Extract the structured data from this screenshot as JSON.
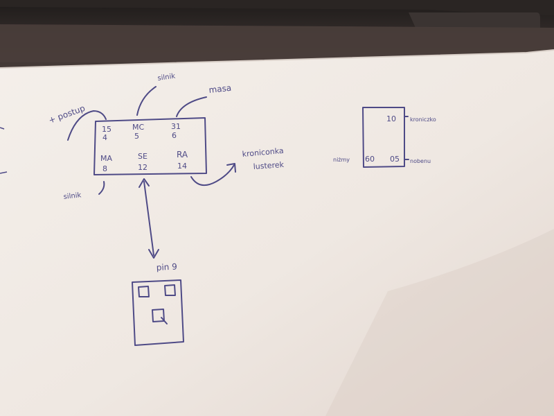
{
  "colors": {
    "ink": "#4e4a86",
    "paper": "#f1ece7",
    "paper_shadow": "#e3d9d2",
    "monitor_bezel": "#2b2624",
    "desk": "#5a4c48"
  },
  "connector": {
    "pins": [
      {
        "label": "15",
        "number": "4"
      },
      {
        "label": "MC",
        "number": "5"
      },
      {
        "label": "31",
        "number": "6"
      },
      {
        "label": "MA",
        "number": "8"
      },
      {
        "label": "SE",
        "number": "12"
      },
      {
        "label": "RA",
        "number": "14"
      }
    ],
    "labels": {
      "plus": "+ postup",
      "top_mid": "silnik",
      "top_right": "masa",
      "bottom_left": "silnik",
      "right_note_1": "kroniconka",
      "right_note_2": "lusterek"
    }
  },
  "module": {
    "pin_label": "pin 9"
  },
  "side_box": {
    "top_value": "10",
    "bottom_left_value": "60",
    "bottom_right_value": "05",
    "left_label": "niżmy",
    "right_top_label": "kroniczko",
    "right_bottom_label": "nobenu"
  }
}
